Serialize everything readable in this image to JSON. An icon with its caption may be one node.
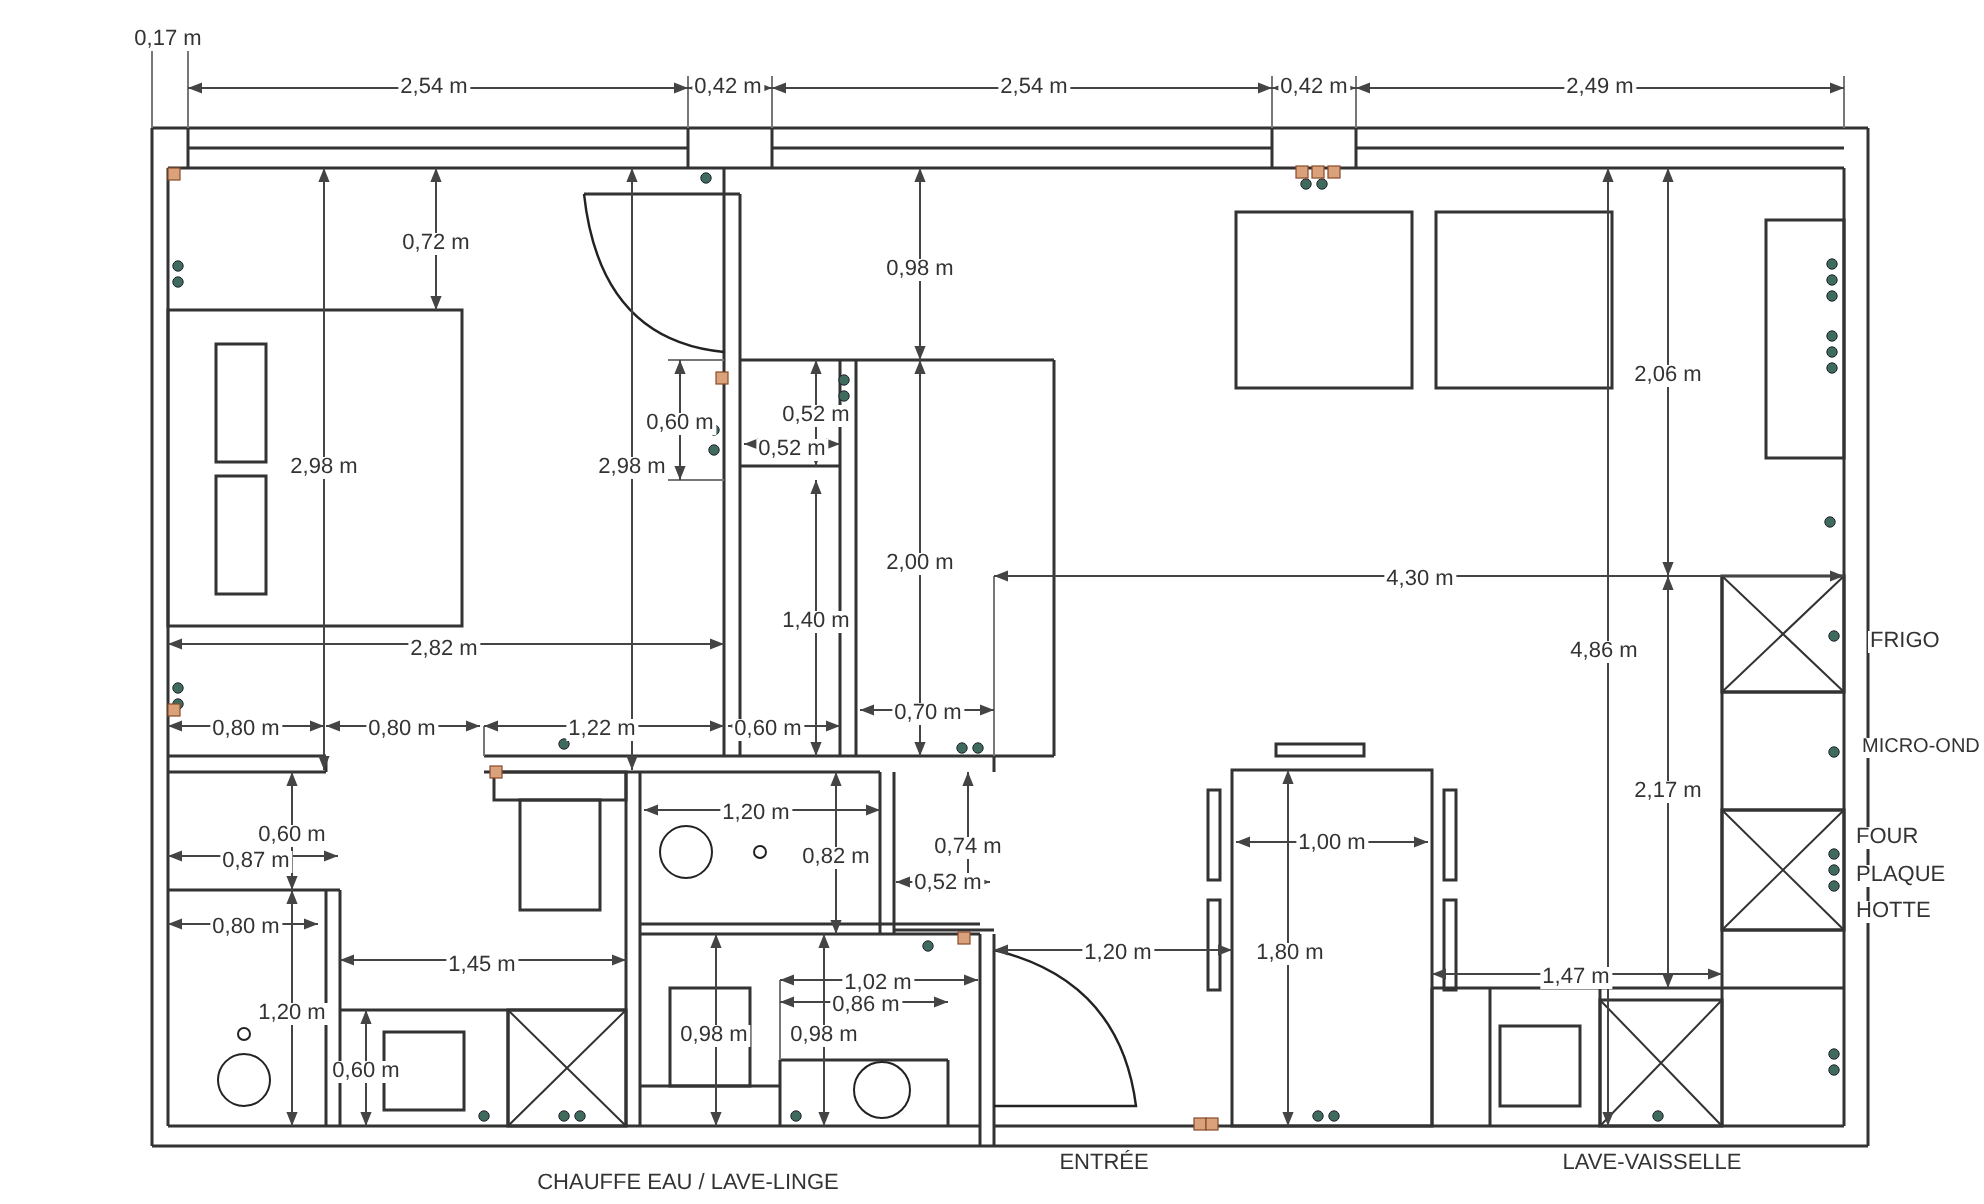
{
  "diagram": {
    "labels": [
      "0,17 m",
      "2,54 m",
      "0,42 m",
      "2,54 m",
      "0,42 m",
      "2,49 m",
      "0,72 m",
      "0,98 m",
      "2,06 m",
      "0,60 m",
      "0,52 m",
      "0,52 m",
      "2,98 m",
      "2,98 m",
      "2,00 m",
      "4,30 m",
      "2,82 m",
      "1,40 m",
      "FRIGO",
      "4,86 m",
      "0,80 m",
      "0,80 m",
      "1,22 m",
      "0,60 m",
      "0,70 m",
      "MICRO-OND",
      "2,17 m",
      "0,60 m",
      "0,87 m",
      "1,20 m",
      "0,82 m",
      "0,74 m",
      "0,52 m",
      "1,00 m",
      "FOUR",
      "PLAQUE",
      "HOTTE",
      "0,80 m",
      "1,45 m",
      "1,02 m",
      "1,20 m",
      "1,80 m",
      "0,86 m",
      "1,47 m",
      "1,20 m",
      "0,98 m",
      "0,98 m",
      "0,60 m",
      "ENTRÉE",
      "CHAUFFE EAU / LAVE-LINGE",
      "LAVE-VAISSELLE"
    ]
  }
}
